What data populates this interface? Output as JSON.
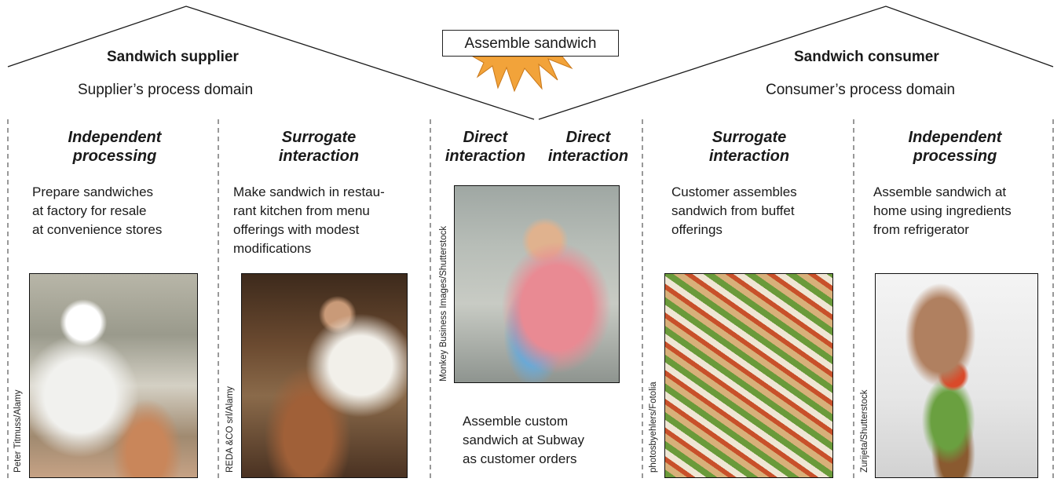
{
  "supplier": {
    "title": "Sandwich supplier",
    "domain": "Supplier’s process domain"
  },
  "consumer": {
    "title": "Sandwich consumer",
    "domain": "Consumer’s process domain"
  },
  "center": {
    "label": "Assemble sandwich"
  },
  "columns": [
    {
      "title_1": "Independent",
      "title_2": "processing",
      "desc": [
        "Prepare sandwiches",
        "at factory for resale",
        "at convenience stores"
      ],
      "credit": "Peter Titmuss/Alamy"
    },
    {
      "title_1": "Surrogate",
      "title_2": "interaction",
      "desc": [
        "Make sandwich in restau-",
        "rant kitchen from menu",
        "offerings with modest",
        "modifications"
      ],
      "credit": "REDA &CO srl/Alamy"
    },
    {
      "title_a_1": "Direct",
      "title_a_2": "interaction",
      "title_b_1": "Direct",
      "title_b_2": "interaction",
      "desc": [
        "Assemble custom",
        "sandwich at Subway",
        "as customer orders"
      ],
      "credit": "Monkey Business Images/Shutterstock"
    },
    {
      "title_1": "Surrogate",
      "title_2": "interaction",
      "desc": [
        "Customer assembles",
        "sandwich from buffet",
        "offerings"
      ],
      "credit": "photosbyehlers/Fotolia"
    },
    {
      "title_1": "Independent",
      "title_2": "processing",
      "desc": [
        "Assemble sandwich at",
        "home using ingredients",
        "from refrigerator"
      ],
      "credit": "Zurijeta/Shutterstock"
    }
  ],
  "colors": {
    "burst": "#f2a33a",
    "burst_stroke": "#c9781a",
    "lines": "#1a1a1a"
  }
}
